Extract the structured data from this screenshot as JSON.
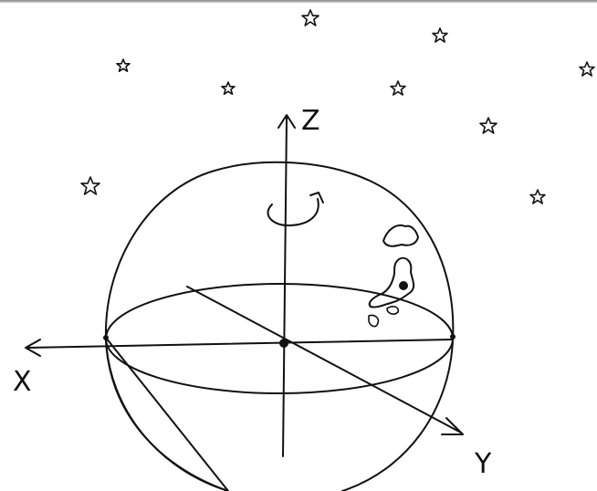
{
  "axes": {
    "z_label": "Z",
    "x_label": "X",
    "y_label": "Y"
  },
  "colors": {
    "ink": "#111111",
    "paper": "#ffffff"
  }
}
